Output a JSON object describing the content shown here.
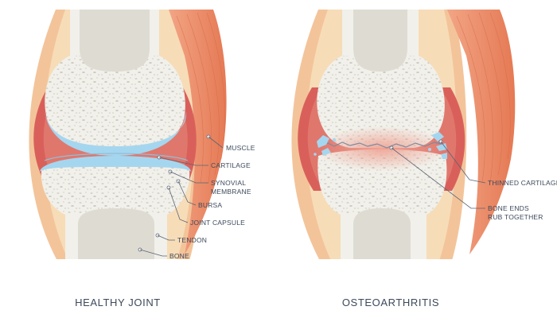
{
  "healthy": {
    "caption": "HEALTHY JOINT",
    "labels": {
      "muscle": "MUSCLE",
      "cartilage": "CARTILAGE",
      "synovial_1": "SYNOVIAL",
      "synovial_2": "MEMBRANE",
      "bursa": "BURSA",
      "capsule": "JOINT CAPSULE",
      "tendon": "TENDON",
      "bone": "BONE"
    }
  },
  "osteo": {
    "caption": "OSTEOARTHRITIS",
    "labels": {
      "thinned": "THINNED CARTILAGE",
      "rub_1": "BONE ENDS",
      "rub_2": "RUB TOGETHER"
    }
  },
  "colors": {
    "bone": "#f1f0ea",
    "marrow": "#cfcdc2",
    "cartilage": "#a5d6ef",
    "synovial": "#d9605a",
    "capsule": "#f3c49a",
    "tendon": "#f7dcb8",
    "muscle": "#e98a66",
    "inflamed": "#f3a69a"
  }
}
